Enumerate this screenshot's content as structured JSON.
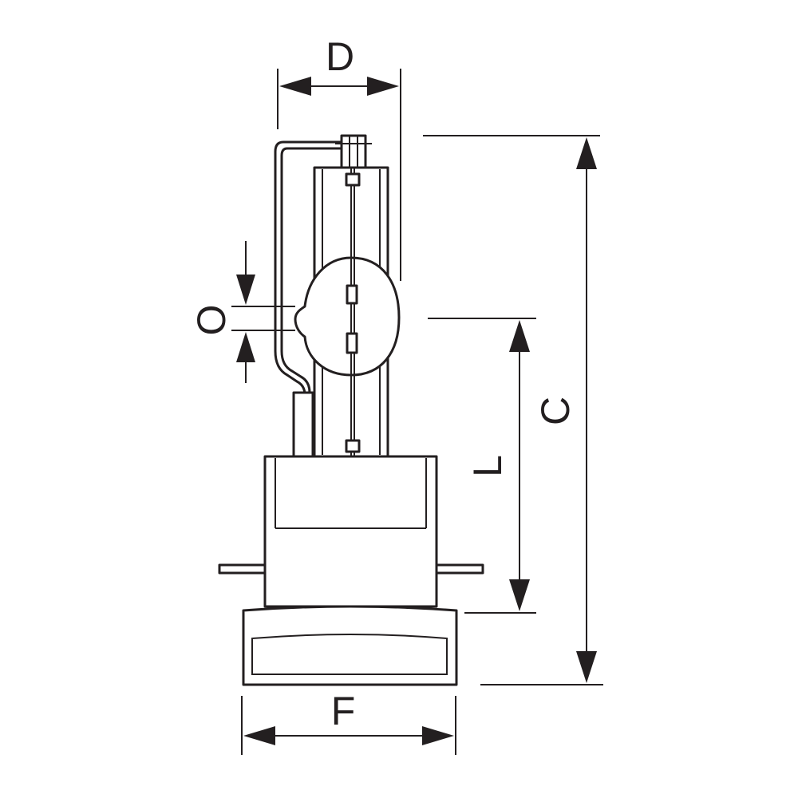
{
  "diagram": {
    "labels": {
      "D": "D",
      "C": "C",
      "O": "O",
      "L": "L",
      "F": "F"
    },
    "colors": {
      "stroke": "#231f20",
      "background": "#ffffff"
    }
  }
}
